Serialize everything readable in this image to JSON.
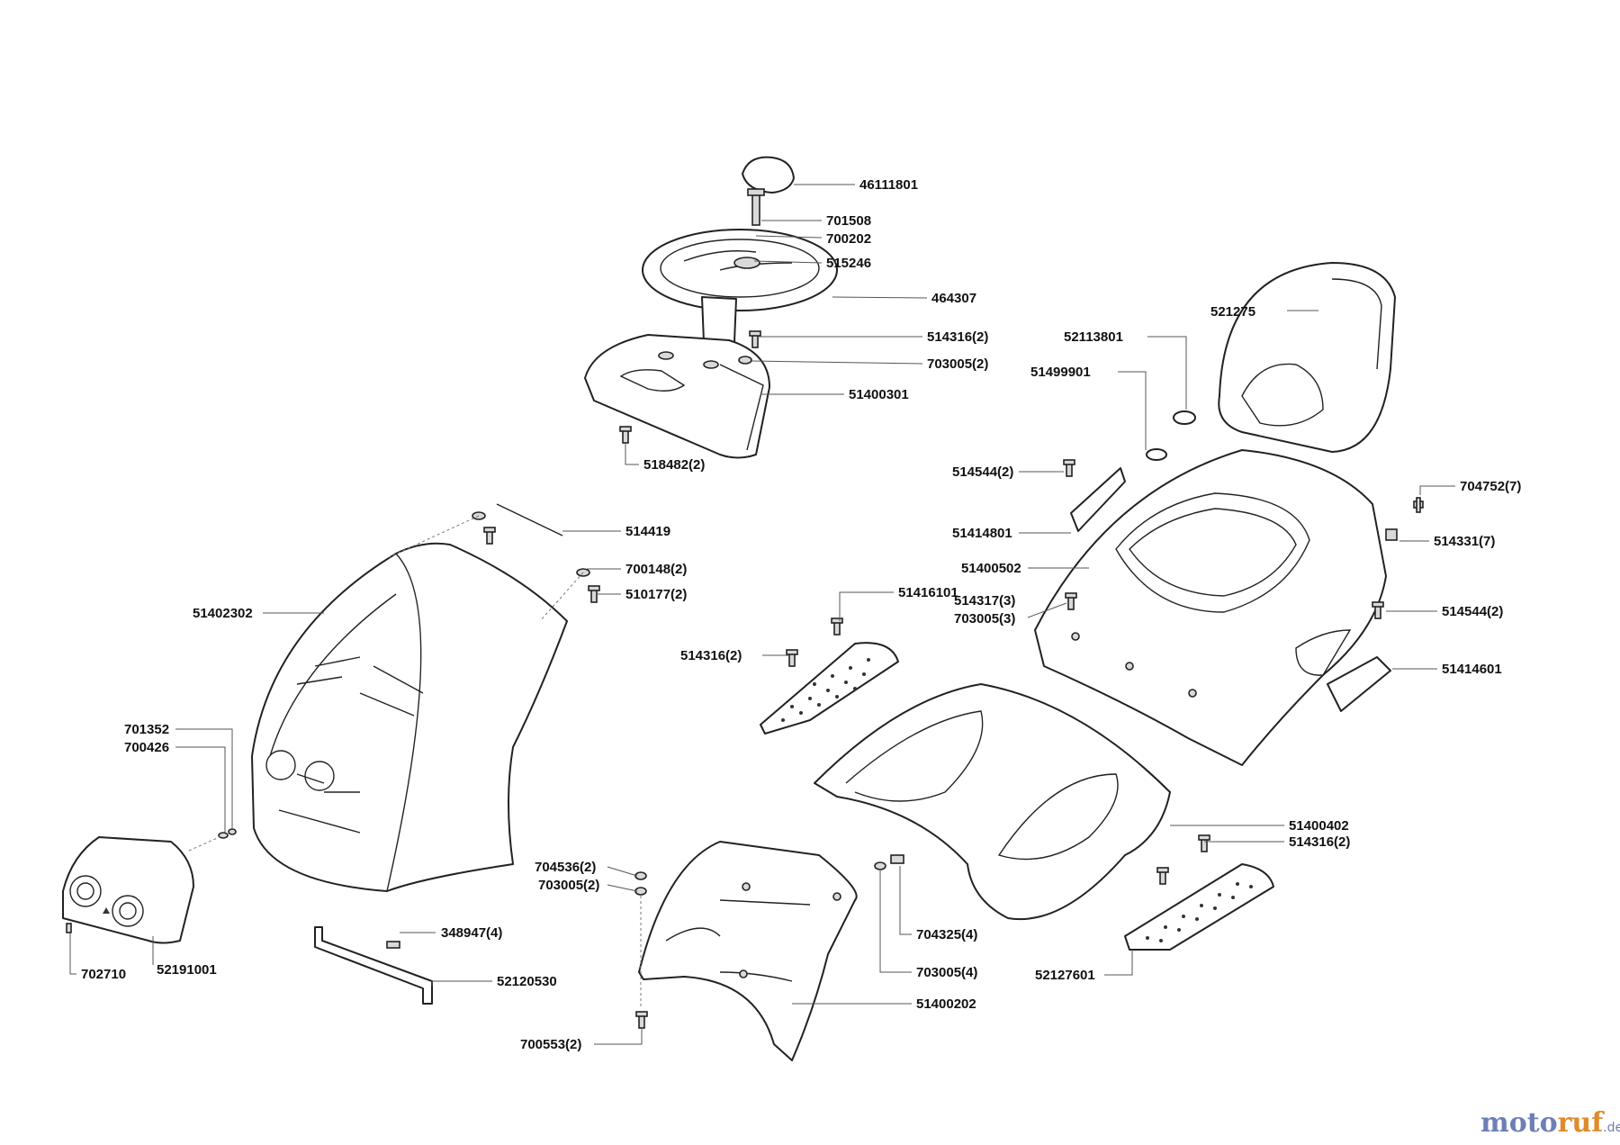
{
  "diagram": {
    "labels": [
      "46111801",
      "701508",
      "700202",
      "515246",
      "464307",
      "514316(2)",
      "703005(2)",
      "51400301",
      "518482(2)",
      "521275",
      "52113801",
      "51499901",
      "514544(2)",
      "704752(7)",
      "51414801",
      "514331(7)",
      "51400502",
      "514317(3)",
      "703005(3)",
      "514544(2)",
      "51414601",
      "514419",
      "700148(2)",
      "510177(2)",
      "51402302",
      "51416101",
      "514316(2)",
      "701352",
      "700426",
      "51400402",
      "514316(2)",
      "704536(2)",
      "703005(2)",
      "704325(4)",
      "703005(4)",
      "52127601",
      "348947(4)",
      "52120530",
      "702710",
      "52191001",
      "51400202",
      "700553(2)"
    ]
  },
  "logo": {
    "part1": "moto",
    "part2": "ruf",
    "part3": ".de"
  }
}
